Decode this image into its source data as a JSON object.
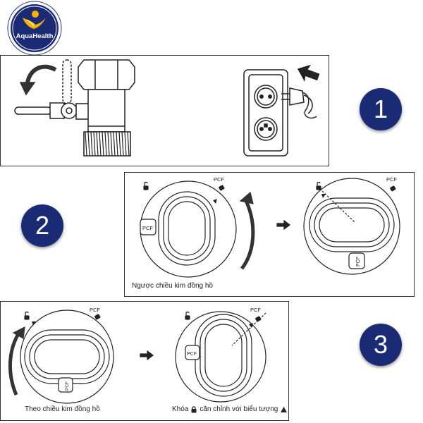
{
  "logo": {
    "brand_text": "AquaHealth",
    "colors": {
      "circle": "#1b2a75",
      "ring": "#ffffff",
      "figure": "#f5b400"
    }
  },
  "steps": [
    {
      "number": "1"
    },
    {
      "number": "2",
      "caption": "Ngược chiều kim đồng hồ"
    },
    {
      "number": "3",
      "caption_left": "Theo chiều kim đồng hồ",
      "caption_right_prefix": "Khóa",
      "caption_right_suffix": "căn chỉnh với biểu tượng"
    }
  ],
  "dial_labels": {
    "pcf": "PCF"
  },
  "colors": {
    "badge": "#1b2a75",
    "line": "#222222"
  }
}
